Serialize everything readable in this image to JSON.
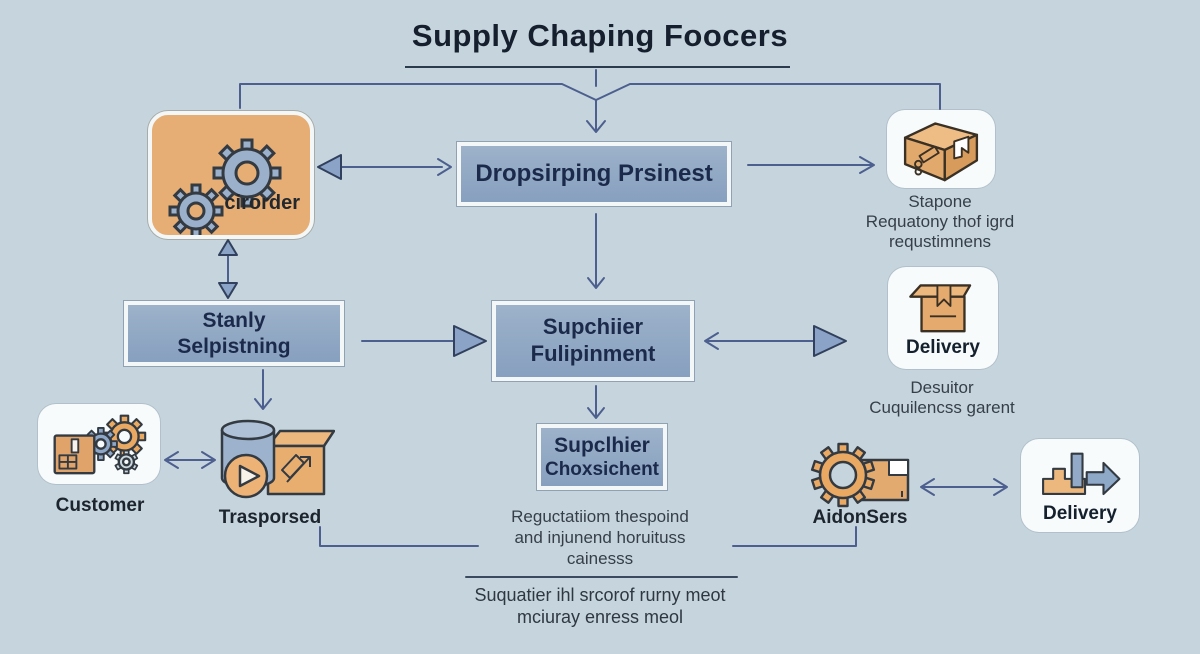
{
  "title": {
    "text": "Supply Chaping Foocers"
  },
  "nodes": {
    "order": {
      "label": "cirorder"
    },
    "process": {
      "label": "Dropsirping Prsinest"
    },
    "storage": {
      "caption1": "Stapone",
      "caption2": "Requatony thof igrd",
      "caption3": "requstimnens"
    },
    "planning": {
      "line1": "Stanly",
      "line2": "Selpistning"
    },
    "fulfillment": {
      "line1": "Supchiier",
      "line2": "Fulipinment"
    },
    "delivery_mid": {
      "label": "Delivery",
      "caption1": "Desuitor",
      "caption2": "Cuquilencss garent"
    },
    "shipment": {
      "line1": "Supclhier",
      "line2": "Choxsichent"
    },
    "customer": {
      "label": "Customer"
    },
    "transport": {
      "label": "Trasporsed"
    },
    "vendors": {
      "label": "AidonSers"
    },
    "delivery_bot": {
      "label": "Delivery"
    }
  },
  "notes": {
    "center": [
      "Reguctatiiom thespoind",
      "and injunend horuituss",
      "cainesss"
    ],
    "bottom": [
      "Suquatier ihl srcorof rurny meot",
      "mciuray enress  meol"
    ]
  },
  "colors": {
    "background": "#c6d5dd",
    "box_fill": "#8fa7c3",
    "box_text": "#1b2a4a",
    "card_orange": "#e6ae74",
    "card_white": "#f7fbfb",
    "icon_tan": "#e2aa6e",
    "gear_blue": "#9bb0ca",
    "gear_orange": "#eaa963",
    "connector": "#4c5f8e",
    "caption_text": "#353e49",
    "title_text": "#161f2d"
  }
}
